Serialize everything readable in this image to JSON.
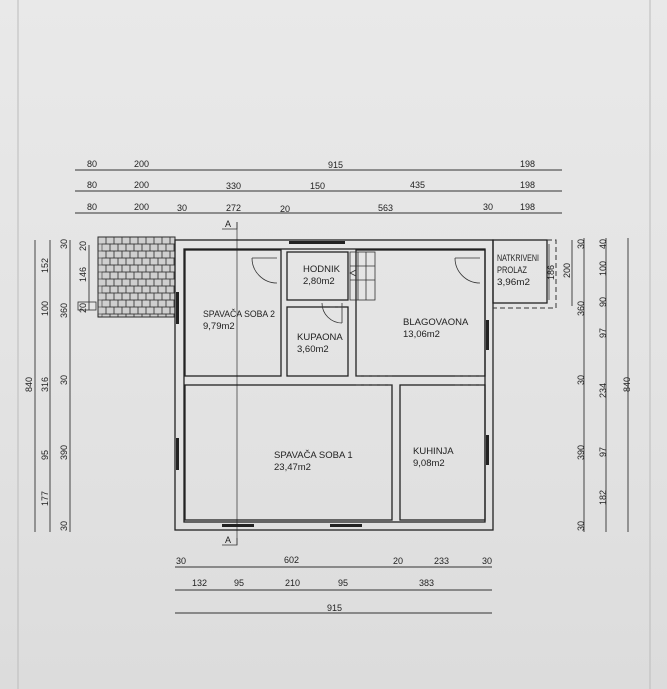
{
  "rooms": {
    "spavaca_soba_2": {
      "name": "SPAVAČA SOBA 2",
      "area": "9,79m2"
    },
    "hodnik": {
      "name": "HODNIK",
      "area": "2,80m2"
    },
    "kupaona": {
      "name": "KUPAONA",
      "area": "3,60m2"
    },
    "blagovaona": {
      "name": "BLAGOVAONA",
      "area": "13,06m2"
    },
    "natkriveni_prolaz": {
      "name1": "NATKRIVENI",
      "name2": "PROLAZ",
      "area": "3,96m2"
    },
    "spavaca_soba_1": {
      "name": "SPAVAČA SOBA 1",
      "area": "23,47m2"
    },
    "kuhinja": {
      "name": "KUHINJA",
      "area": "9,08m2"
    }
  },
  "section_marker": "A",
  "dims": {
    "top_row1": [
      "80",
      "200",
      "915",
      "198"
    ],
    "top_row2": [
      "80",
      "200",
      "330",
      "150",
      "435",
      "198"
    ],
    "top_row3": [
      "80",
      "200",
      "30",
      "272",
      "20",
      "563",
      "30",
      "198"
    ],
    "left_outer": [
      "840"
    ],
    "left_mid": [
      "152",
      "100",
      "316",
      "95",
      "177"
    ],
    "left_inner": [
      "30",
      "360",
      "30",
      "390",
      "30"
    ],
    "paving": [
      "20",
      "146",
      "20"
    ],
    "prolaz": [
      "186",
      "200"
    ],
    "right_inner": [
      "30",
      "360",
      "30",
      "390",
      "30"
    ],
    "right_mid": [
      "40",
      "100",
      "90",
      "97",
      "234",
      "97",
      "182"
    ],
    "right_outer": [
      "840"
    ],
    "bottom_row1": [
      "30",
      "602",
      "20",
      "233",
      "30"
    ],
    "bottom_row2": [
      "132",
      "95",
      "210",
      "95",
      "383"
    ],
    "bottom_row3": [
      "915"
    ]
  }
}
